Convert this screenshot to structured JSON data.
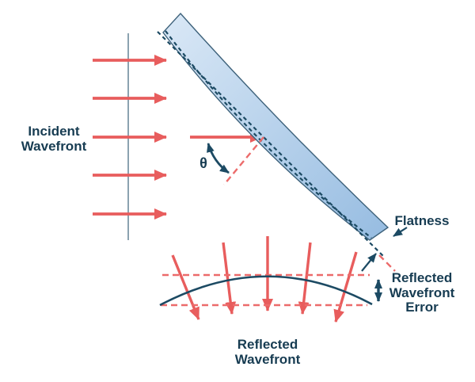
{
  "diagram": {
    "labels": {
      "incident_wavefront": [
        "Incident",
        "Wavefront"
      ],
      "theta": "θ",
      "flatness": "Flatness",
      "reflected_wavefront_error": [
        "Reflected",
        "Wavefront",
        "Error"
      ],
      "reflected_wavefront": [
        "Reflected",
        "Wavefront"
      ]
    },
    "colors": {
      "background": "#FFFFFF",
      "ray_red": "#E85D5D",
      "dashed_red": "#EC6B6B",
      "label_navy": "#173C52",
      "teal_line": "#1C4A63",
      "axis_line": "#4D7186",
      "mirror_fill_light": "#DAE8F6",
      "mirror_fill_dark": "#96BCE1",
      "mirror_stroke": "#3E627B"
    }
  }
}
